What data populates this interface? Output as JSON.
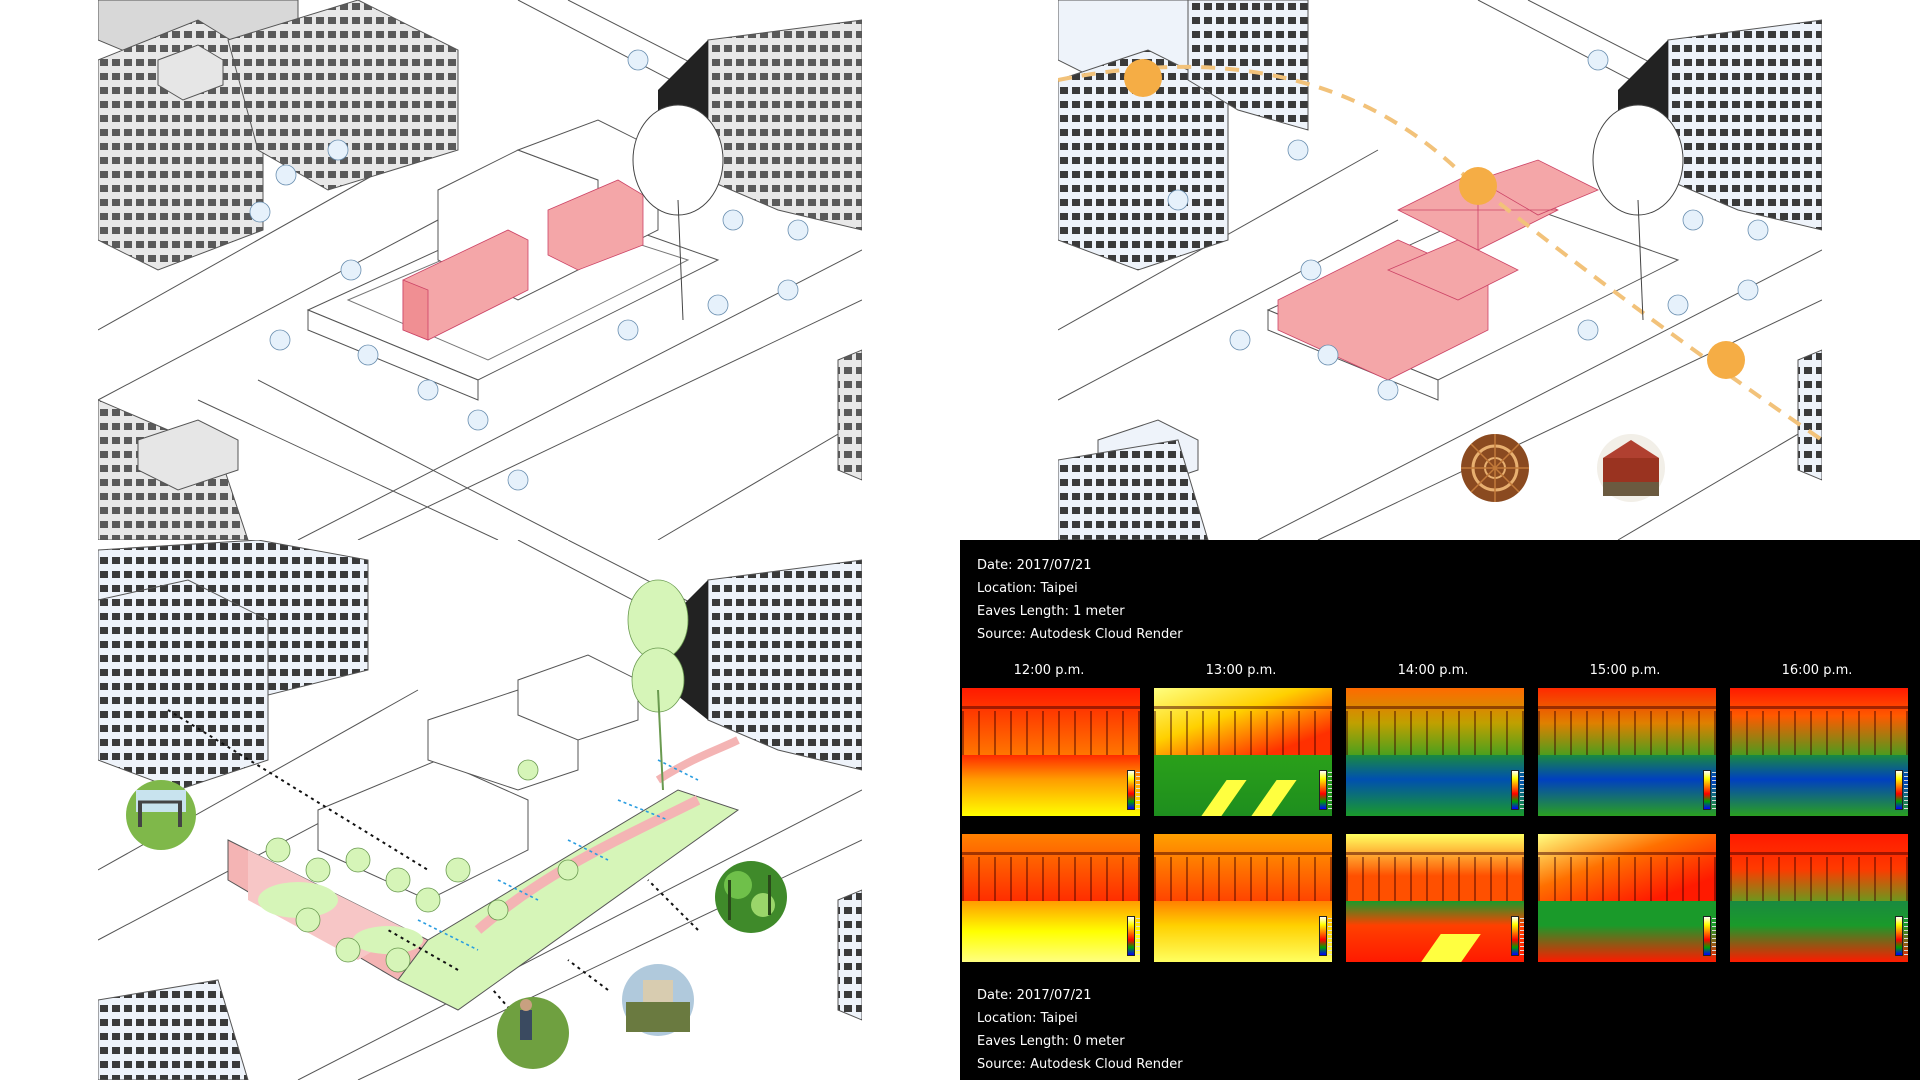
{
  "analysis": {
    "top_caption": [
      "Date: 2017/07/21",
      "Location: Taipei",
      "Eaves Length: 1 meter",
      "Source: Autodesk Cloud Render"
    ],
    "bottom_caption": [
      "Date: 2017/07/21",
      "Location: Taipei",
      "Eaves Length: 0 meter",
      "Source: Autodesk Cloud Render"
    ],
    "times": [
      "12:00 p.m.",
      "13:00 p.m.",
      "14:00 p.m.",
      "15:00 p.m.",
      "16:00 p.m."
    ],
    "colors": {
      "hot": "#ff1a00",
      "warm": "#ff8c00",
      "yellow": "#ffff00",
      "green": "#1aa01a",
      "blue": "#0030c0"
    }
  },
  "panels": {
    "massing": {
      "highlight_color": "#f4a6a8"
    },
    "sun": {
      "sun_color": "#f5ad45",
      "roof_color": "#f4a6a8",
      "path_color": "#f2c27a"
    },
    "landscape": {
      "green_color": "#d6f5b8",
      "path_color": "#f4b4b4",
      "arrow_color": "#2a9de0"
    }
  }
}
